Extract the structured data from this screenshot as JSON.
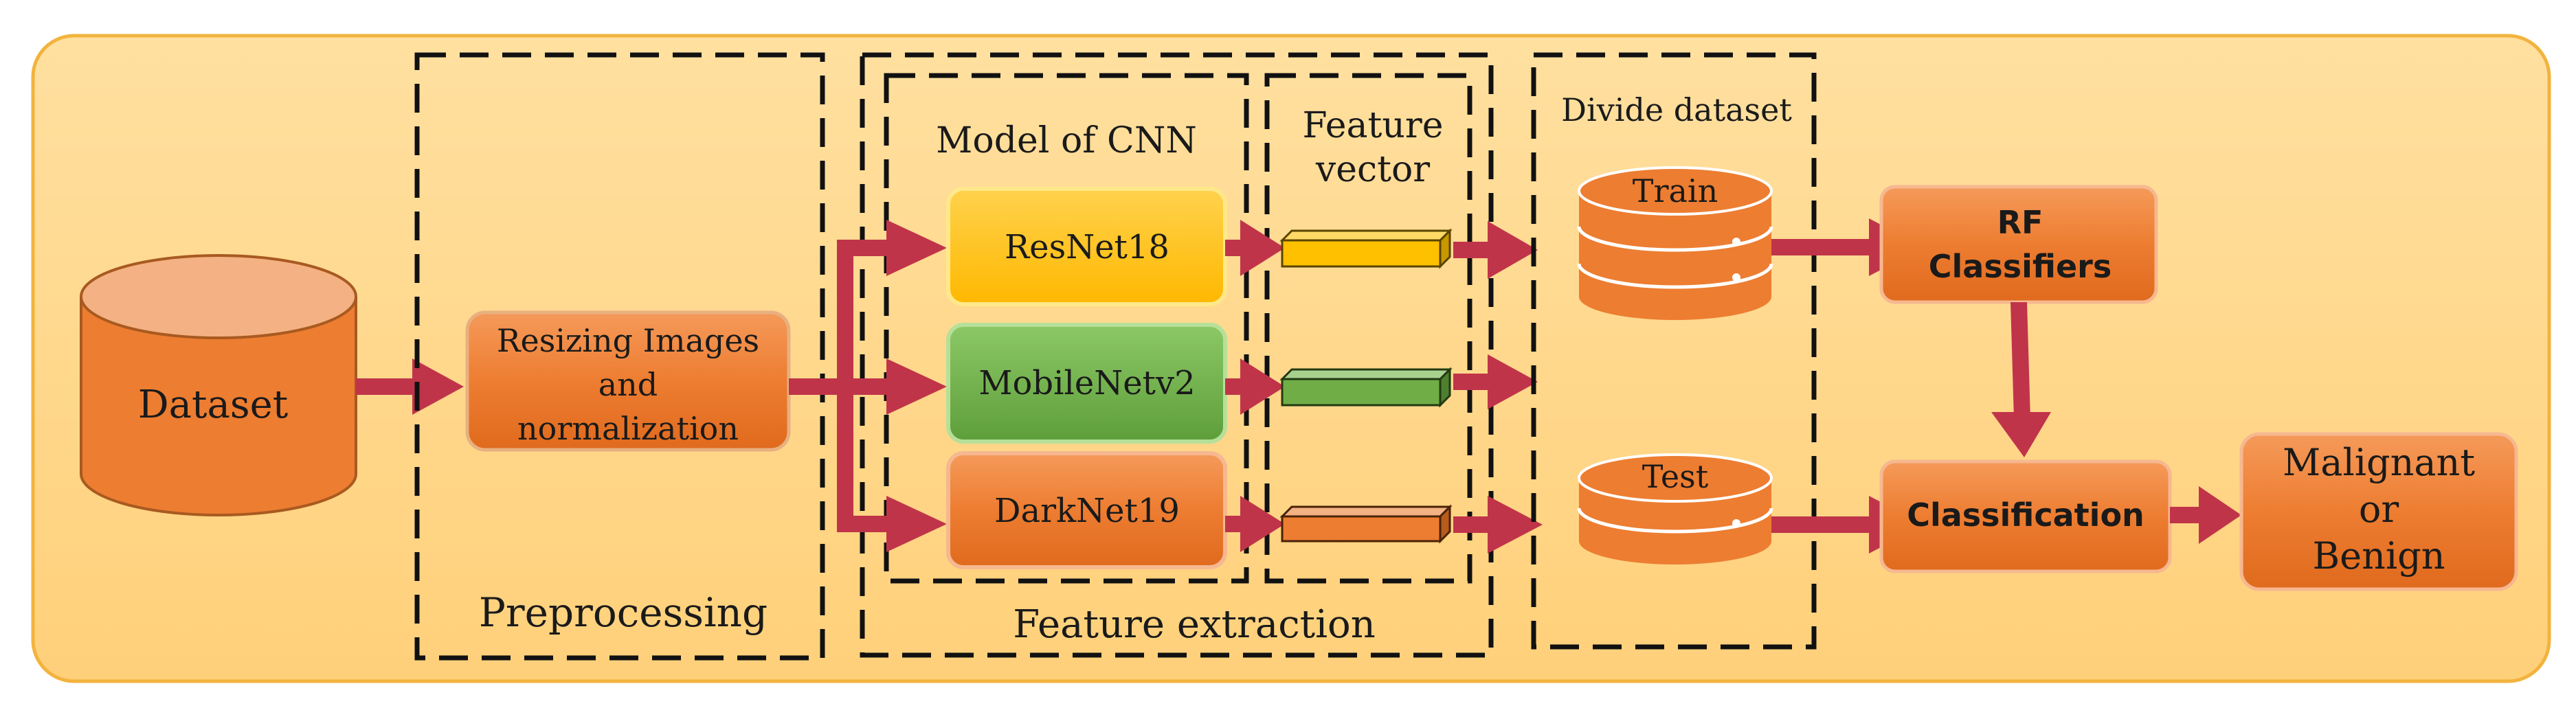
{
  "dataset_label": "Dataset",
  "preprocessing": {
    "step_label": [
      "Resizing Images",
      "and",
      "normalization"
    ],
    "section_label": "Preprocessing"
  },
  "feature_extraction": {
    "model_heading": "Model of CNN",
    "vector_heading": [
      "Feature",
      "vector"
    ],
    "section_label": "Feature extraction",
    "models": [
      {
        "name": "ResNet18",
        "color": "#FFC000"
      },
      {
        "name": "MobileNetv2",
        "color": "#70AD47"
      },
      {
        "name": "DarkNet19",
        "color": "#ED7D31"
      }
    ],
    "vector_colors": [
      "#FFC000",
      "#70AD47",
      "#ED7D31"
    ]
  },
  "divide": {
    "heading": "Divide dataset",
    "train_label": "Train",
    "test_label": "Test"
  },
  "classifier_label": [
    "RF",
    "Classifiers"
  ],
  "classification_label": "Classification",
  "result_label": [
    "Malignant",
    "or",
    "Benign"
  ],
  "colors": {
    "background": "#FFD68A",
    "background_border": "#F2B33D",
    "orange_block": "#ED7D31",
    "arrow": "#C0344A",
    "dash": "#111111"
  }
}
